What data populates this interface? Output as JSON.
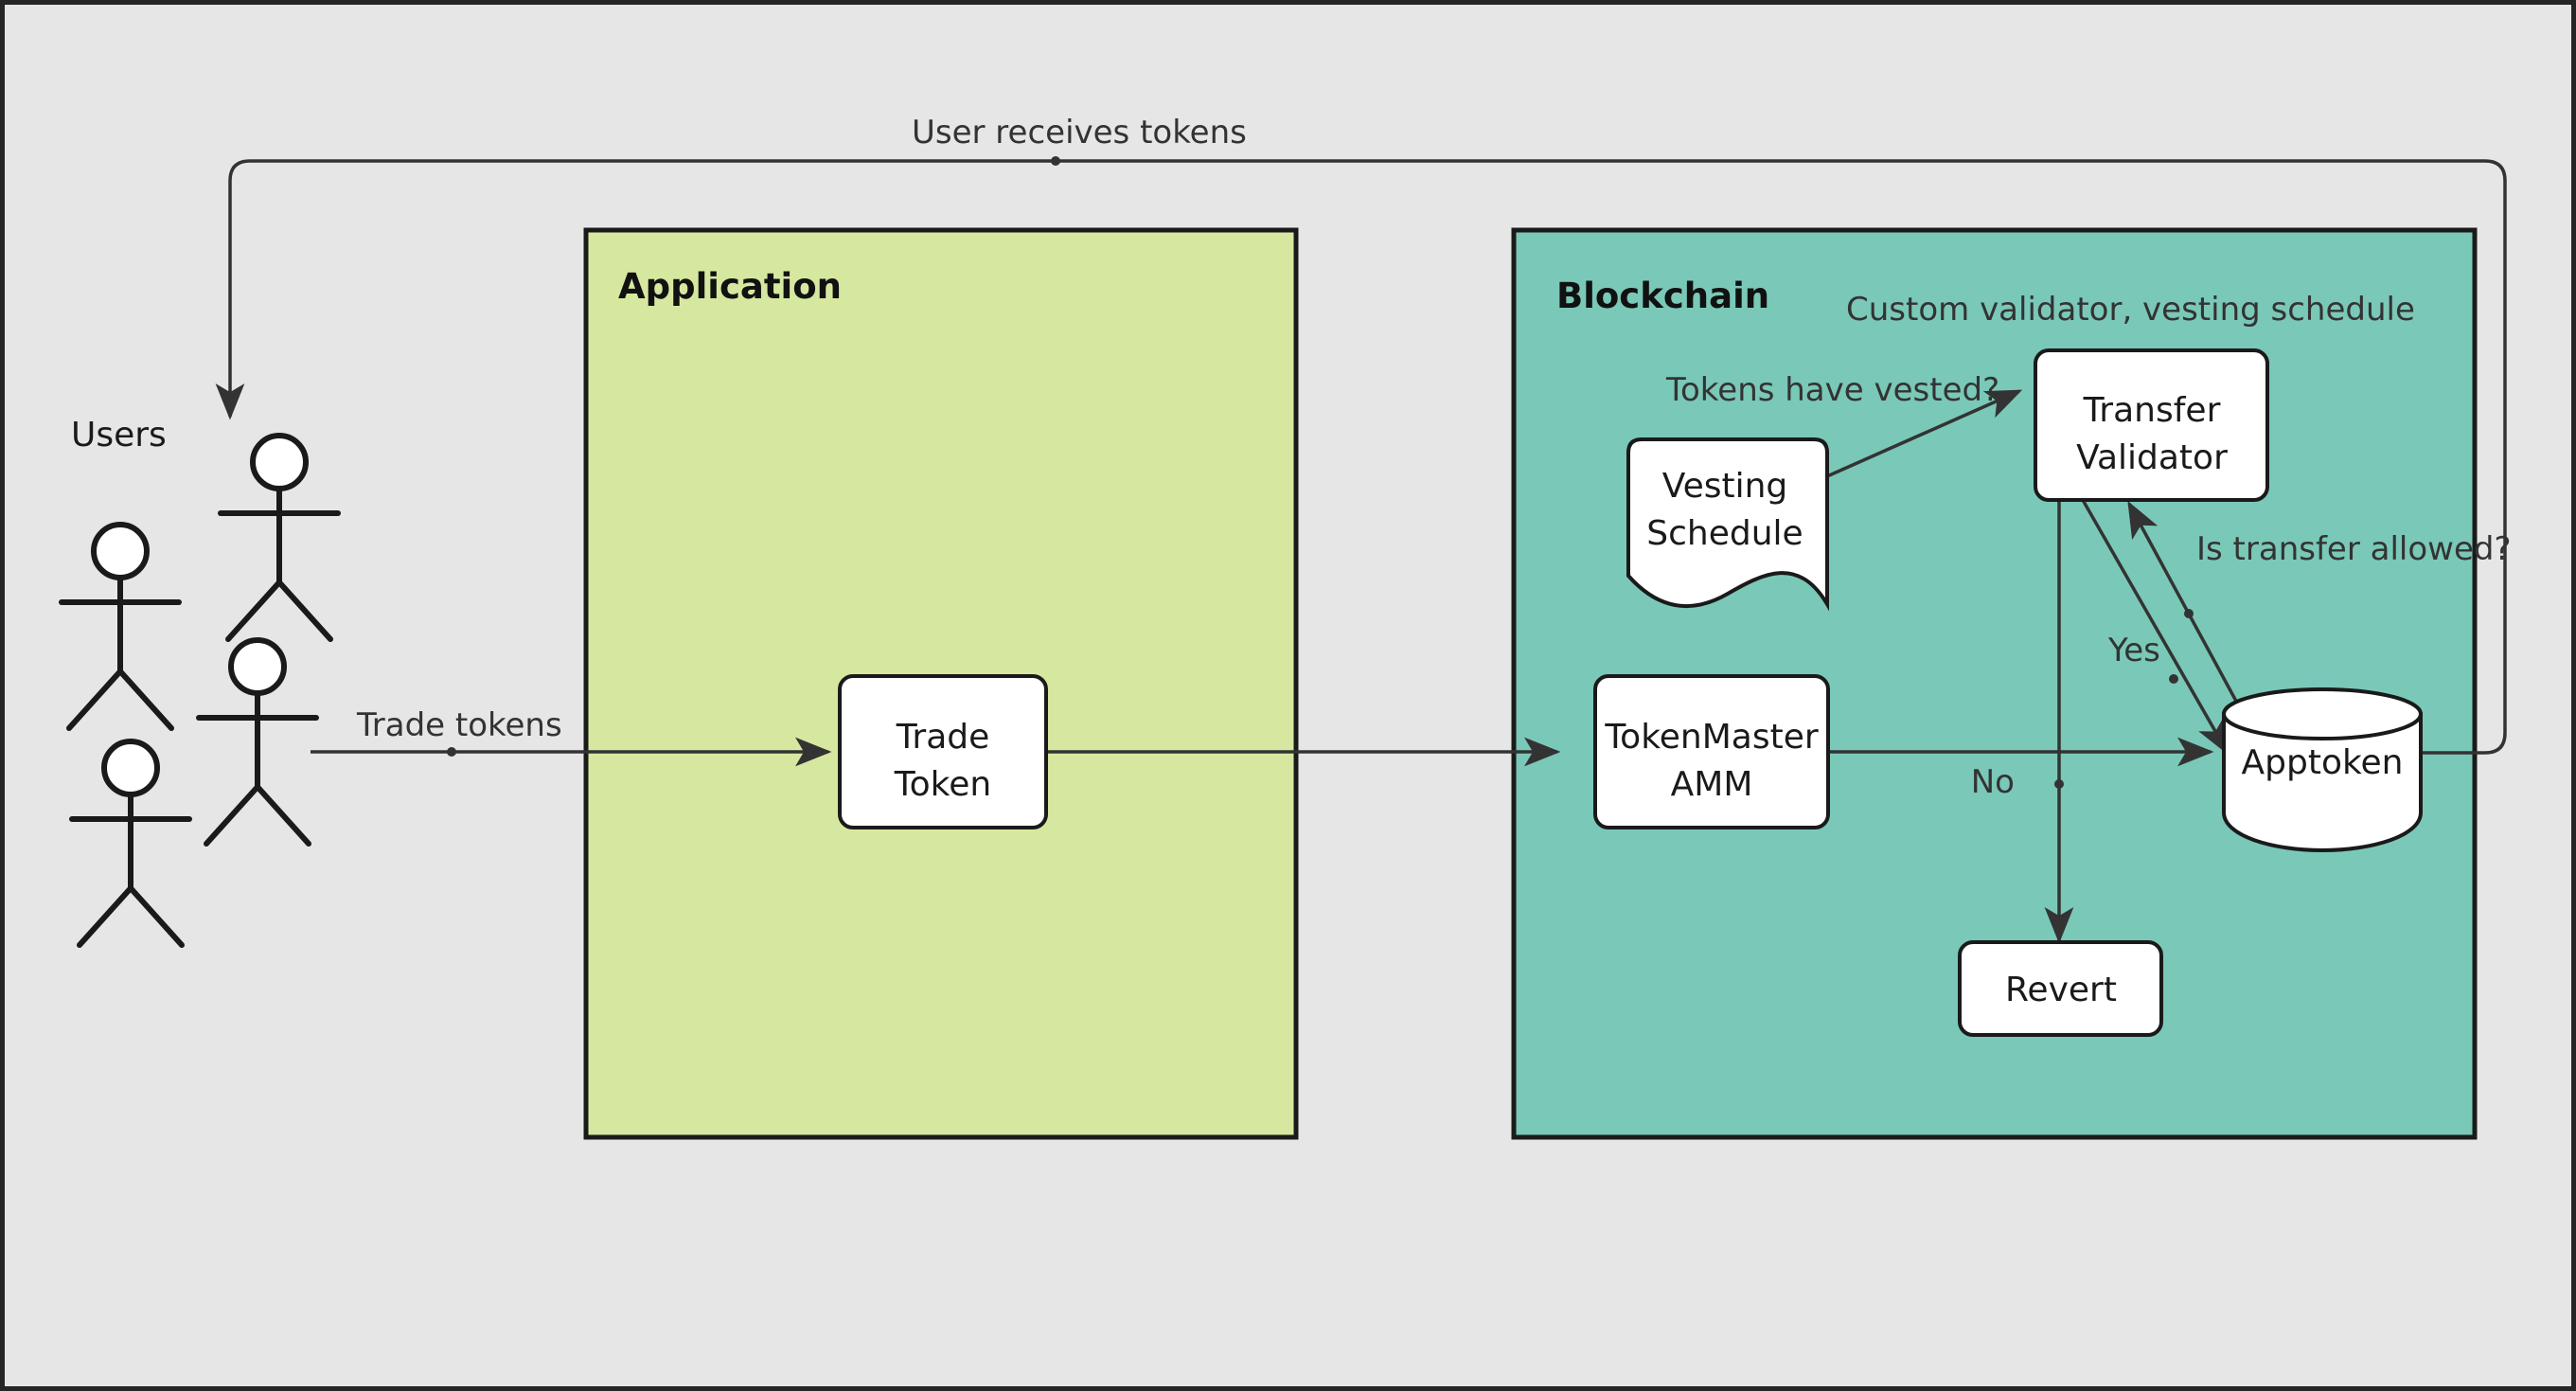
{
  "diagram": {
    "title": "Token transfer validation flow",
    "background_color": "#e6e6e6",
    "border_color": "#262626",
    "containers": [
      {
        "id": "application",
        "label": "Application",
        "fill": "#d6e8a0",
        "stroke": "#1a1a1a"
      },
      {
        "id": "blockchain",
        "label": "Blockchain",
        "fill": "#7ac8b8",
        "stroke": "#1a1a1a"
      }
    ],
    "actors": {
      "label": "Users",
      "count": 4
    },
    "nodes": [
      {
        "id": "trade-token",
        "label_line1": "Trade",
        "label_line2": "Token",
        "shape": "rounded-rect"
      },
      {
        "id": "tokenmaster-amm",
        "label_line1": "TokenMaster",
        "label_line2": "AMM",
        "shape": "rounded-rect"
      },
      {
        "id": "transfer-validator",
        "label_line1": "Transfer",
        "label_line2": "Validator",
        "shape": "rounded-rect"
      },
      {
        "id": "vesting-schedule",
        "label_line1": "Vesting",
        "label_line2": "Schedule",
        "shape": "document"
      },
      {
        "id": "apptoken",
        "label_line1": "Apptoken",
        "label_line2": "",
        "shape": "cylinder"
      },
      {
        "id": "revert",
        "label_line1": "Revert",
        "label_line2": "",
        "shape": "rounded-rect"
      }
    ],
    "edge_labels": [
      {
        "id": "user-receives-tokens",
        "text": "User receives tokens"
      },
      {
        "id": "trade-tokens",
        "text": "Trade tokens"
      },
      {
        "id": "custom-validator-note",
        "text": "Custom validator, vesting schedule"
      },
      {
        "id": "tokens-have-vested",
        "text": "Tokens have vested?"
      },
      {
        "id": "is-transfer-allowed",
        "text": "Is transfer allowed?"
      },
      {
        "id": "yes",
        "text": "Yes"
      },
      {
        "id": "no",
        "text": "No"
      }
    ]
  }
}
